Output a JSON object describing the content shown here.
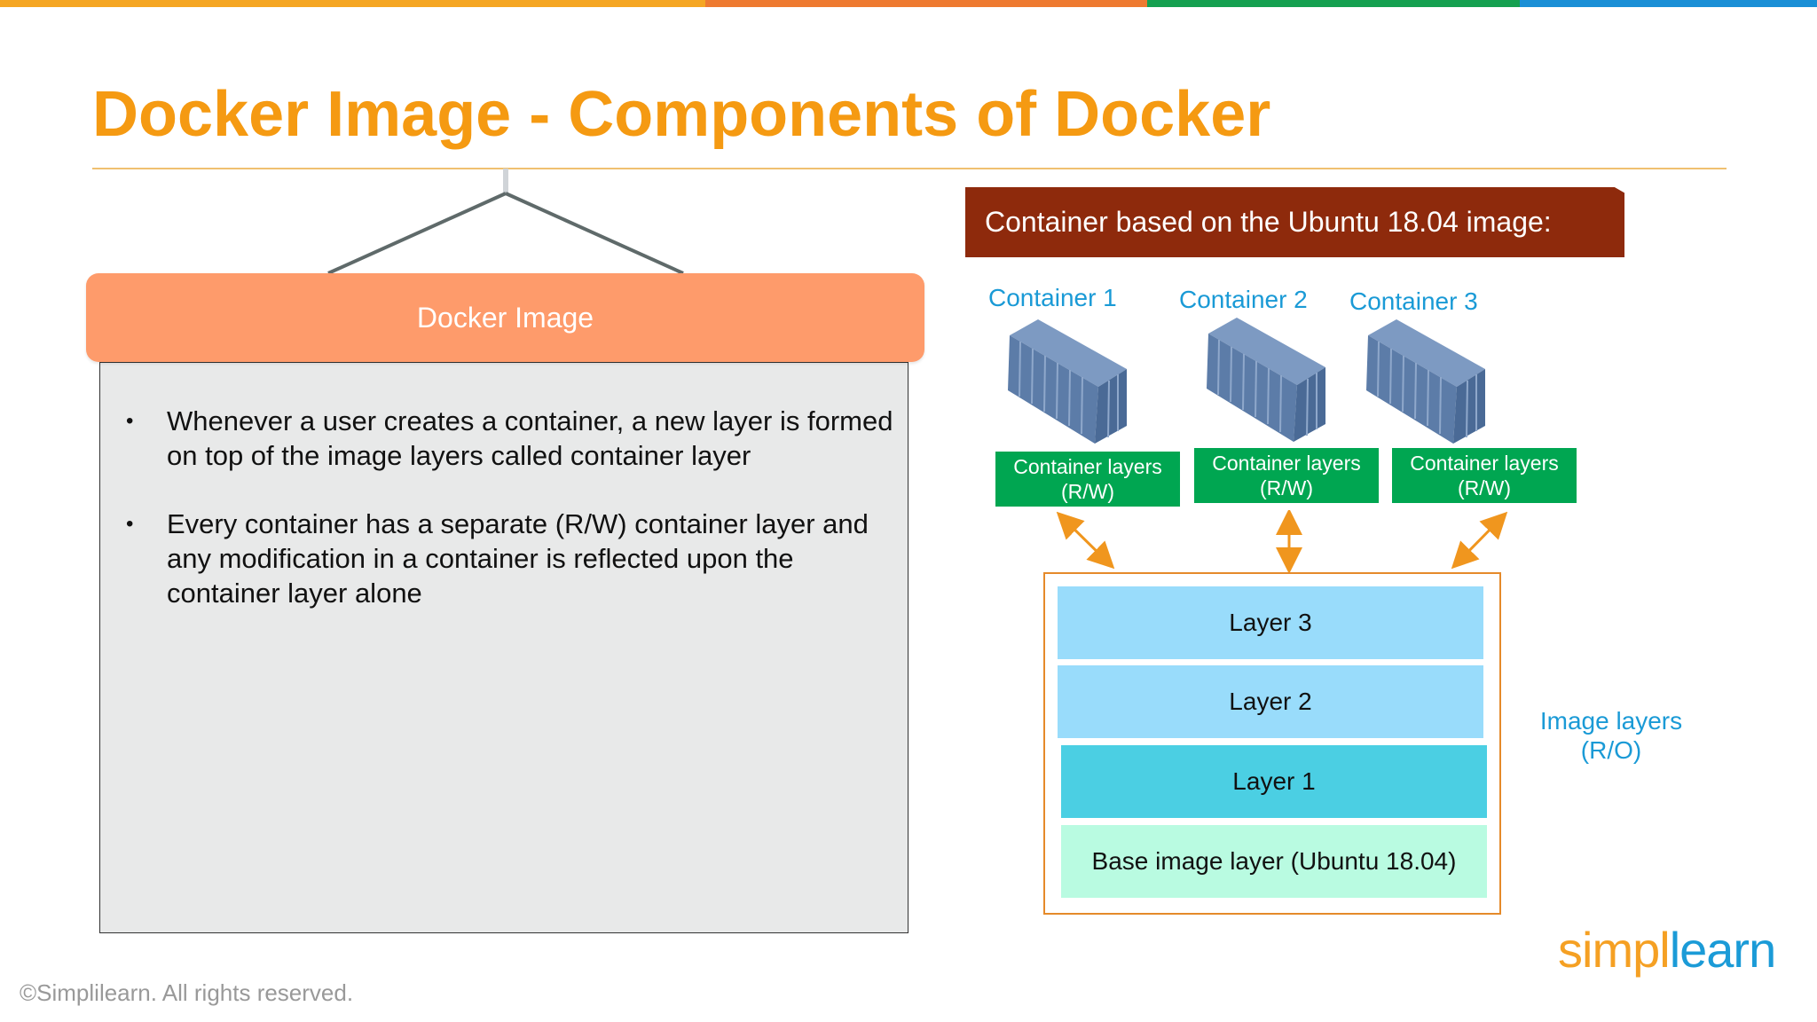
{
  "slide": {
    "title": "Docker Image - Components of Docker",
    "top_bar_colors": [
      "#f5a623",
      "#ee7a30",
      "#15a050",
      "#1a8fd6"
    ]
  },
  "left_panel": {
    "header": "Docker Image",
    "bullets": [
      "Whenever a user creates a container, a new layer is formed on top of the image layers called container layer",
      "Every container has a separate (R/W) container layer and any modification in a container is reflected upon the container layer alone"
    ],
    "bullet_symbol": "•"
  },
  "diagram": {
    "banner": "Container based on the Ubuntu 18.04 image:",
    "containers": [
      {
        "title": "Container 1",
        "layer_label": "Container layers (R/W)"
      },
      {
        "title": "Container 2",
        "layer_label": "Container layers (R/W)"
      },
      {
        "title": "Container 3",
        "layer_label": "Container layers (R/W)"
      }
    ],
    "layers": [
      {
        "label": "Layer 3",
        "color": "#99dcfb"
      },
      {
        "label": "Layer 2",
        "color": "#99dcfb"
      },
      {
        "label": "Layer 1",
        "color": "#4bcfe3"
      },
      {
        "label": "Base image layer (Ubuntu 18.04)",
        "color": "#b9fbe1"
      }
    ],
    "image_layers_label": "Image layers (R/O)",
    "colors": {
      "accent_blue": "#1a9ad6",
      "container_green": "#00a651",
      "banner_red": "#8e2a0c",
      "arrow_orange": "#f0961e"
    }
  },
  "footer": {
    "copyright": "©Simplilearn. All rights reserved.",
    "logo_part1": "simpl",
    "logo_part2": "learn"
  }
}
